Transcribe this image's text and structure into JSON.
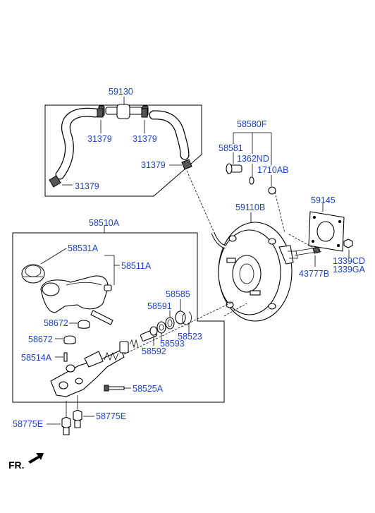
{
  "labels": {
    "l59130": "59130",
    "l31379a": "31379",
    "l31379b": "31379",
    "l31379c": "31379",
    "l31379d": "31379",
    "l58580f": "58580F",
    "l58581": "58581",
    "l1362nd": "1362ND",
    "l1710ab": "1710AB",
    "l59145": "59145",
    "l59110b": "59110B",
    "l1339cd": "1339CD",
    "l1339ga": "1339GA",
    "l43777b": "43777B",
    "l58510a": "58510A",
    "l58531a": "58531A",
    "l58511a": "58511A",
    "l58585": "58585",
    "l58591": "58591",
    "l58523": "58523",
    "l58593": "58593",
    "l58592": "58592",
    "l58672a": "58672",
    "l58672b": "58672",
    "l58514a": "58514A",
    "l58525a": "58525A",
    "l58775e_left": "58775E",
    "l58775e_right": "58775E",
    "fr": "FR."
  }
}
